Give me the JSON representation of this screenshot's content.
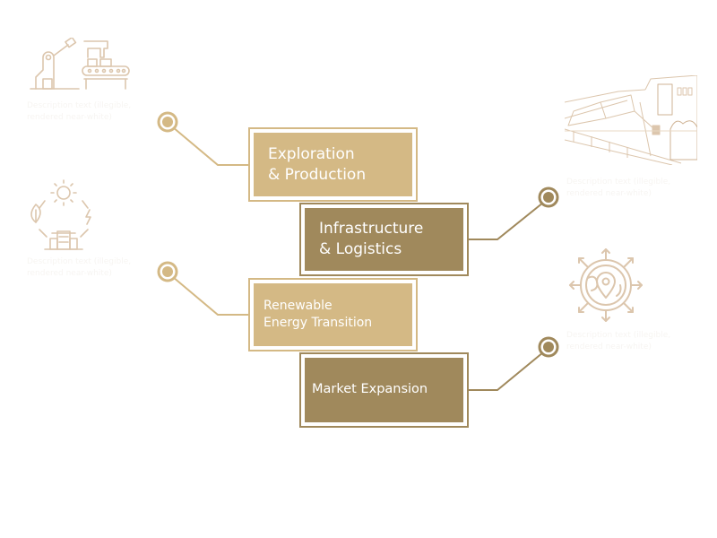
{
  "colors": {
    "light_gold": "#d4b985",
    "bronze": "#a0895c",
    "icon_tan": "#dcc6ad",
    "background": "#ffffff"
  },
  "stages": [
    {
      "id": "exploration-production",
      "lines": [
        "Exploration",
        "& Production"
      ],
      "side": "left",
      "style": "light",
      "icon": "industrial-robot-conveyor-icon",
      "description": "Description text (illegible, rendered near-white)"
    },
    {
      "id": "infrastructure-logistics",
      "lines": [
        "Infrastructure",
        "& Logistics"
      ],
      "side": "right",
      "style": "dark",
      "icon": "railway-station-sketch-icon",
      "description": "Description text (illegible, rendered near-white)"
    },
    {
      "id": "renewable-energy-transition",
      "lines": [
        "Renewable",
        "Energy Transition"
      ],
      "side": "left",
      "style": "light",
      "icon": "renewable-energy-cycle-icon",
      "description": "Description text (illegible, rendered near-white)"
    },
    {
      "id": "market-expansion",
      "lines": [
        "Market Expansion"
      ],
      "side": "right",
      "style": "dark",
      "icon": "global-expansion-location-icon",
      "description": "Description text (illegible, rendered near-white)"
    }
  ]
}
